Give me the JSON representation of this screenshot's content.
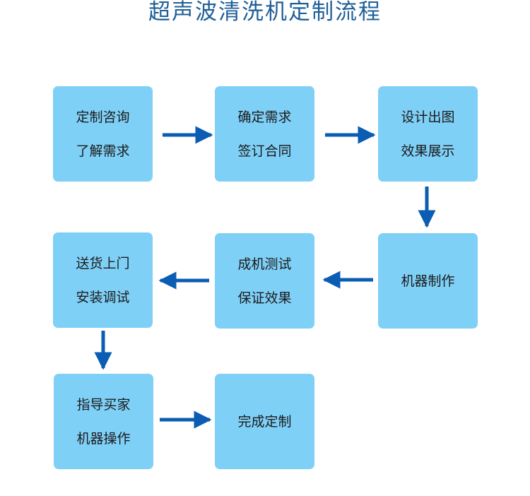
{
  "title": "超声波清洗机定制流程",
  "colors": {
    "title": "#1f5f97",
    "box_fill": "#7fd0f7",
    "arrow": "#0b5cb3",
    "text": "#1b1b1b"
  },
  "steps": [
    {
      "lines": [
        "定制咨询",
        "了解需求"
      ]
    },
    {
      "lines": [
        "确定需求",
        "签订合同"
      ]
    },
    {
      "lines": [
        "设计出图",
        "效果展示"
      ]
    },
    {
      "lines": [
        "机器制作"
      ]
    },
    {
      "lines": [
        "成机测试",
        "保证效果"
      ]
    },
    {
      "lines": [
        "送货上门",
        "安装调试"
      ]
    },
    {
      "lines": [
        "指导买家",
        "机器操作"
      ]
    },
    {
      "lines": [
        "完成定制"
      ]
    }
  ]
}
